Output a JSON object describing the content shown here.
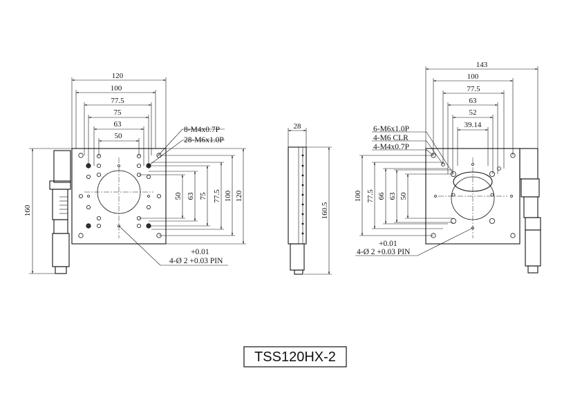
{
  "title": "TSS120HX-2",
  "left_view": {
    "widths": [
      "120",
      "100",
      "77.5",
      "75",
      "63",
      "50"
    ],
    "heights": [
      "50",
      "63",
      "75",
      "77.5",
      "100",
      "120"
    ],
    "overall_height": "160",
    "callouts": [
      "8-M4x0.7P",
      "28-M6x1.0P"
    ],
    "pin_tol": "+0.01",
    "pin_note": "4-Ø 2 +0.03 PIN"
  },
  "side_view": {
    "width": "28",
    "height": "160.5"
  },
  "right_view": {
    "widths": [
      "143",
      "100",
      "77.5",
      "63",
      "52",
      "39.14"
    ],
    "heights": [
      "100",
      "77.5",
      "66",
      "63",
      "50"
    ],
    "callouts": [
      "6-M6x1.0P",
      "4-M6 CLR",
      "4-M4x0.7P"
    ],
    "pin_tol": "+0.01",
    "pin_note": "4-Ø 2 +0.03 PIN"
  }
}
